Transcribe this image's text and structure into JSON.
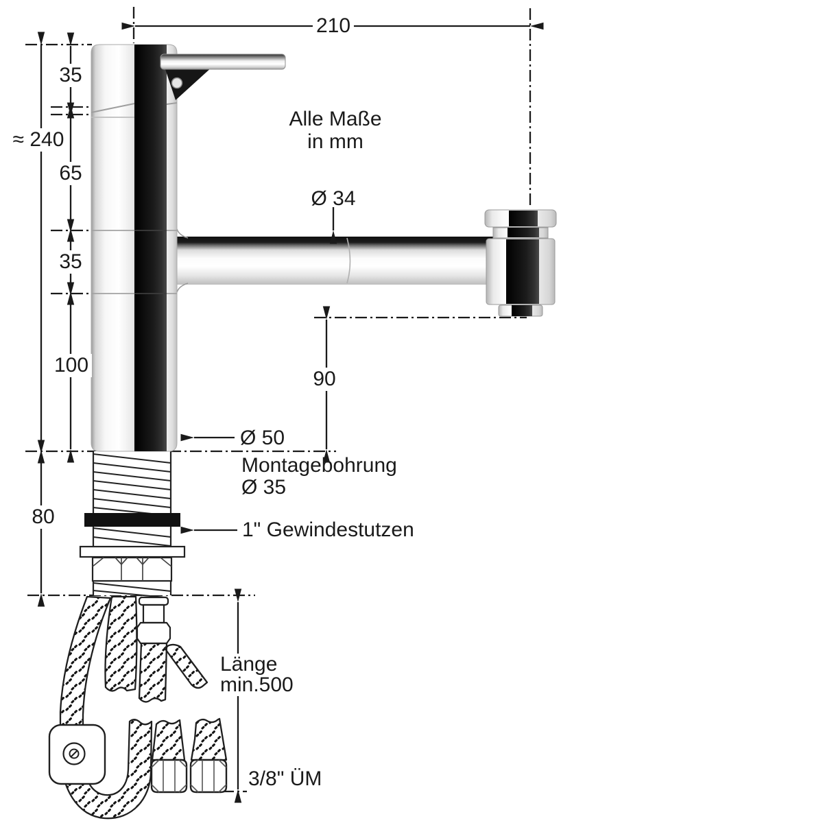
{
  "note": {
    "line1": "Alle Maße",
    "line2": "in mm"
  },
  "dimensions": {
    "top_width": "210",
    "total_height": "≈ 240",
    "handle_section": "35",
    "upper_body": "65",
    "spout_section": "35",
    "lower_body": "100",
    "spout_clearance": "90",
    "under_counter": "80",
    "spout_diameter": "Ø 34",
    "base_diameter": "Ø 50",
    "mounting_hole_line1": "Montagebohrung",
    "mounting_hole_line2": "Ø 35",
    "thread_stub": "1\" Gewindestutzen",
    "hose_length_line1": "Länge",
    "hose_length_line2": "min.500",
    "hose_nut": "3/8\" ÜM"
  },
  "colors": {
    "line": "#1a1a1a",
    "accent_black": "#161616",
    "background": "#ffffff"
  }
}
